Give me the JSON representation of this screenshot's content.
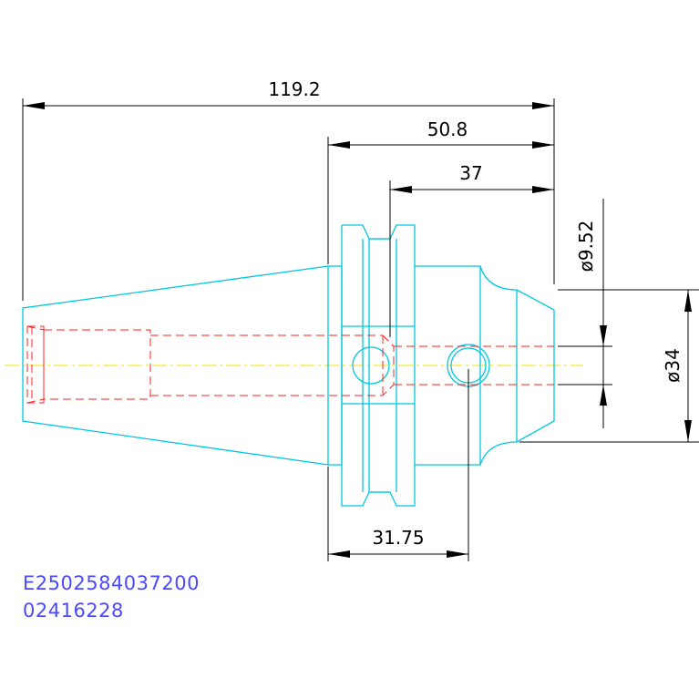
{
  "dimensions": {
    "overall_length": "119.2",
    "flange_to_end": "50.8",
    "groove_to_end": "37",
    "hole_position": "31.75",
    "bore_diameter": "ø9.52",
    "nose_diameter": "ø34"
  },
  "part_codes": {
    "line1": "E2502584037200",
    "line2": "02416228"
  },
  "colors": {
    "outline": "#00c8e0",
    "hidden_lines": "#ff2020",
    "centerline": "#f0e000",
    "dimensions": "#000000",
    "part_code_text": "#4a4aff"
  }
}
